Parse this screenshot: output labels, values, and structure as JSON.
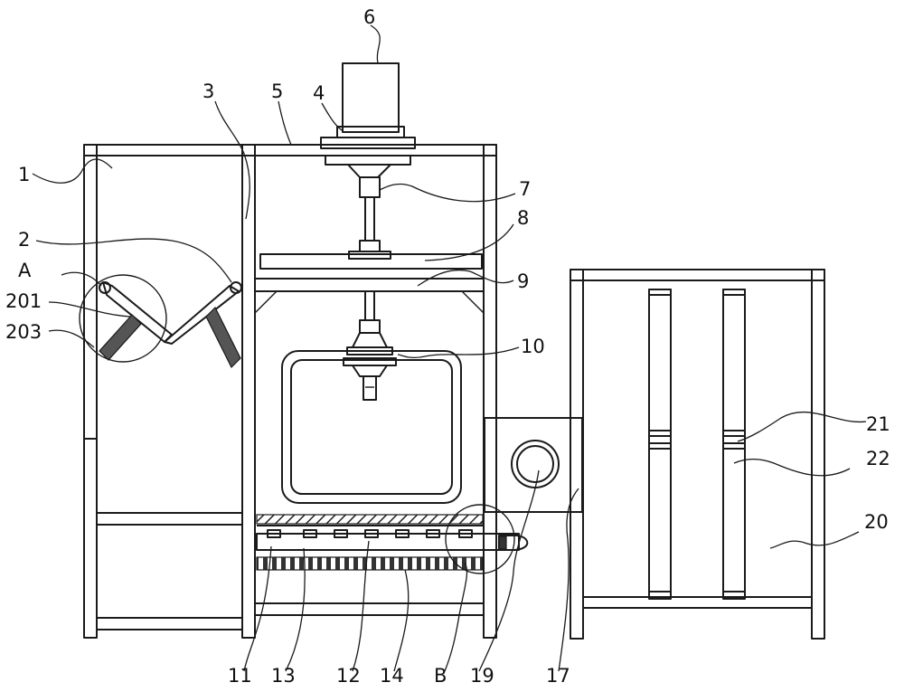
{
  "labels": {
    "l1": "1",
    "l2": "2",
    "l3": "3",
    "l4": "4",
    "l5": "5",
    "l6": "6",
    "l7": "7",
    "l8": "8",
    "l9": "9",
    "l10": "10",
    "l11": "11",
    "l12": "12",
    "l13": "13",
    "l14": "14",
    "l17": "17",
    "l19": "19",
    "l20": "20",
    "l21": "21",
    "l22": "22",
    "l201": "201",
    "l203": "203",
    "lA": "A",
    "lB": "B"
  }
}
